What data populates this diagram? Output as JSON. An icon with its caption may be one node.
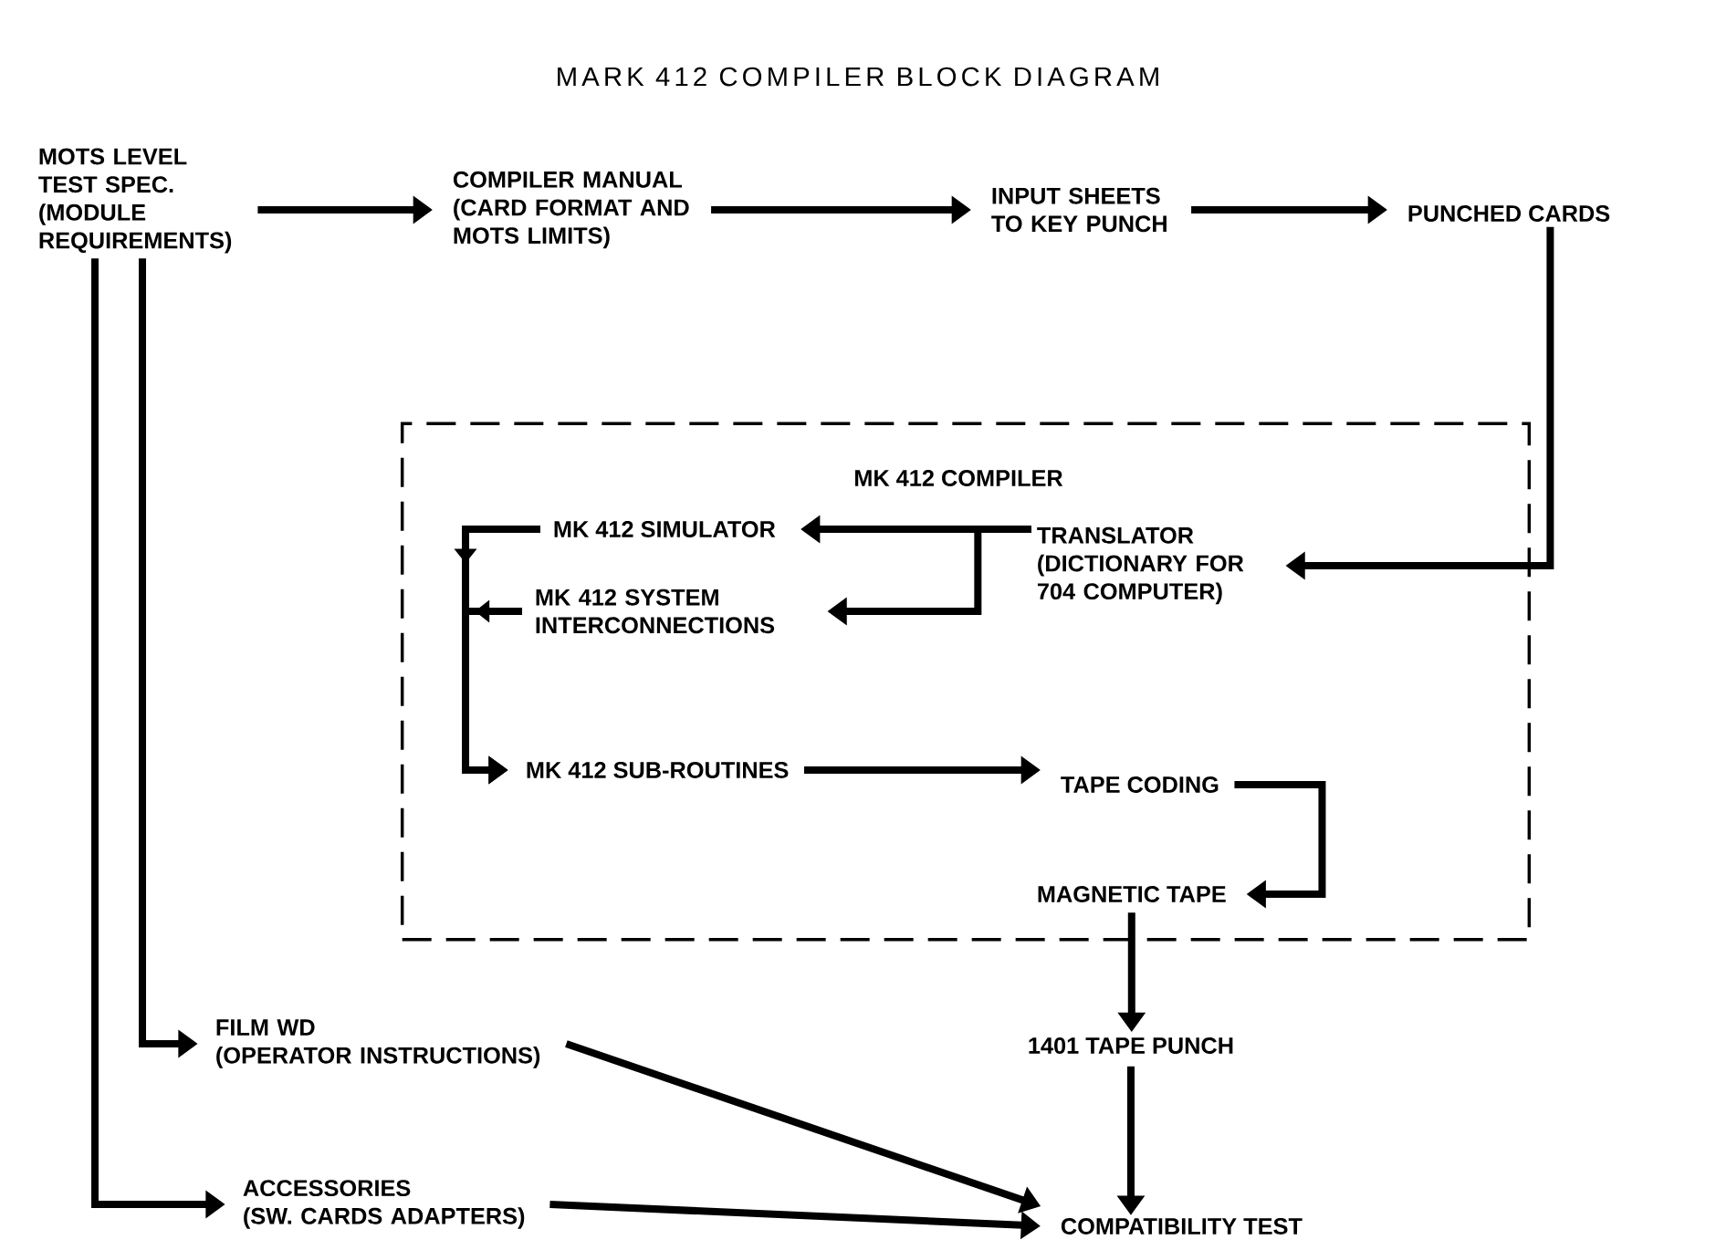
{
  "diagram": {
    "title": "MARK 412 COMPILER BLOCK DIAGRAM",
    "nodes": [
      {
        "text": [
          "MOTS LEVEL TEST SPEC. (MODULE REQUIREMENTS)"
        ]
      },
      {
        "text": [
          "COMPILER MANUAL (CARD FORMAT AND MOTS LIMITS)"
        ]
      },
      {
        "text": [
          "INPUT SHEETS TO KEY PUNCH"
        ]
      },
      {
        "text": [
          "PUNCHED CARDS"
        ]
      },
      {
        "text": [
          "MK 412 COMPILER"
        ]
      },
      {
        "text": [
          "MK 412 SIMULATOR"
        ],
        "in": 4
      },
      {
        "text": [
          "MK 412 SYSTEM INTERCONNECTIONS"
        ],
        "in": 4
      },
      {
        "text": [
          "MK 412 SUB-ROUTINES"
        ],
        "in": 4
      },
      {
        "text": [
          "TRANSLATOR (DICTIONARY FOR 704 COMPUTER)"
        ],
        "in": 4
      },
      {
        "text": [
          "TAPE CODING"
        ],
        "in": 4
      },
      {
        "text": [
          "MAGNETIC TAPE"
        ],
        "in": 4
      },
      {
        "text": [
          "FILM WD",
          "(OPERATOR INSTRUCTIONS)"
        ]
      },
      {
        "text": [
          "1401 TAPE PUNCH"
        ]
      },
      {
        "text": [
          "ACCESSORIES",
          "(SW. CARDS ADAPTERS)"
        ]
      },
      {
        "text": [
          "COMPATIBILITY TEST"
        ]
      }
    ],
    "edges": [
      {
        "from": 0,
        "to": 1,
        "arrow": "to"
      },
      {
        "from": 1,
        "to": 2,
        "arrow": "to"
      },
      {
        "from": 2,
        "to": 3,
        "arrow": "to"
      },
      {
        "from": 3,
        "to": 8,
        "arrow": "to"
      },
      {
        "from": 8,
        "to": 5,
        "arrow": "to"
      },
      {
        "from": 8,
        "to": 6,
        "arrow": "to"
      },
      {
        "from": 5,
        "to": 7,
        "arrow": "to"
      },
      {
        "from": 6,
        "to": 7,
        "arrow": "to"
      },
      {
        "from": 7,
        "to": 9,
        "arrow": "to"
      },
      {
        "from": 9,
        "to": 10,
        "arrow": "to"
      },
      {
        "from": 10,
        "to": 12,
        "arrow": "to"
      },
      {
        "from": 12,
        "to": 14,
        "arrow": "to"
      },
      {
        "from": 11,
        "to": 14,
        "arrow": "to"
      },
      {
        "from": 13,
        "to": 14,
        "arrow": "to"
      },
      {
        "from": 0,
        "to": 11,
        "arrow": "to"
      },
      {
        "from": 0,
        "to": 13,
        "arrow": "to"
      }
    ]
  }
}
